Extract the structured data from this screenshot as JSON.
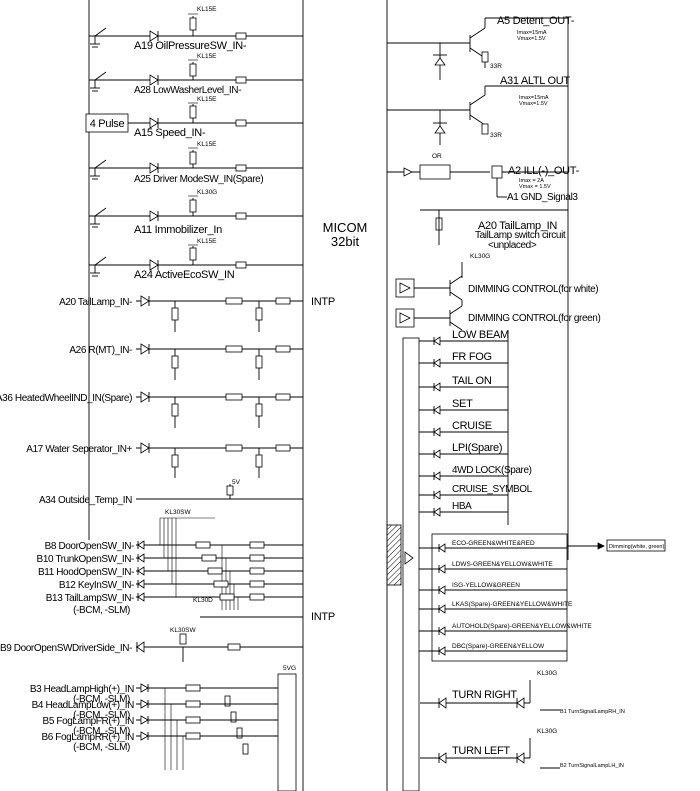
{
  "micom": {
    "line1": "MICOM",
    "line2": "32bit"
  },
  "supplies": {
    "kl15e": "KL15E",
    "kl30g": "KL30G",
    "kl30sw": "KL30SW",
    "kl30d": "KL30D",
    "fivev": "5V",
    "fivevg": "5VG"
  },
  "pulse_box": "4 Pulse",
  "intp": "INTP",
  "left_inputs": {
    "a19": "A19 OilPressureSW_IN-",
    "a28": "A28 LowWasherLevel_IN-",
    "a15": "A15 Speed_IN-",
    "a25": "A25 Driver ModeSW_IN(Spare)",
    "a11": "A11 Immobilizer_In",
    "a24": "A24 ActiveEcoSW_IN",
    "a20": "A20 TailLamp_IN-",
    "a26": "A26 R(MT)_IN-",
    "a36": "A36 HeatedWheelIND_IN(Spare)",
    "a17": "A17 Water Seperator_IN+",
    "a34": "A34 Outside_Temp_IN"
  },
  "b_inputs": {
    "b8": "B8 DoorOpenSW_IN-",
    "b10": "B10 TrunkOpenSW_IN-",
    "b11": "B11 HoodOpenSW_IN-",
    "b12": "B12 KeyInSW_IN-",
    "b13": "B13 TailLampSW_IN-",
    "b13_sub": "(-BCM, -SLM)",
    "b9": "B9 DoorOpenSWDriverSide_IN-"
  },
  "b_lamps": {
    "b3": "B3 HeadLampHigh(+)_IN",
    "b4": "B4 HeadLampLow(+)_IN",
    "b5": "B5 FogLampFR(+)_IN",
    "b6": "B6 FogLampRR(+)_IN",
    "sub": "(-BCM, -SLM)"
  },
  "outputs": {
    "a5": "A5 Detent_OUT-",
    "a31": "A31 ALTL OUT",
    "imax1": "Imax=15mA",
    "vmax1": "Vmax=1.5V",
    "imax2": "Imax=15mA",
    "vmax2": "Vmax=1.5V",
    "r33a": "33R",
    "r33b": "33R",
    "or": "OR",
    "a2": "A2 ILL(-)_OUT-",
    "imax3": "Imax = 2A",
    "vmax3": "Vmax = 1.5V",
    "a1": "A1 GND_Signal3",
    "a20r": "A20 TailLamp_IN",
    "switch_line1": "TailLamp switch circuit",
    "switch_line2": "<unplaced>"
  },
  "dimming": {
    "white": "DIMMING CONTROL(for white)",
    "green": "DIMMING CONTROL(for green)"
  },
  "lamps": [
    "LOW BEAM",
    "FR FOG",
    "TAIL ON",
    "SET",
    "CRUISE",
    "LPI(Spare)",
    "4WD LOCK(Spare)",
    "CRUISE_SYMBOL",
    "HBA"
  ],
  "color_lamps": [
    "ECO-GREEN&WHITE&RED",
    "LDWS-GREEN&YELLOW&WHITE",
    "ISG-YELLOW&GREEN",
    "LKAS(Spare)-GREEN&YELLOW&WHITE",
    "AUTOHOLD(Spare)-GREEN&YELLOW&WHITE",
    "DBC(Spare)-GREEN&YELLOW"
  ],
  "dimming_out": "Dimming(white, green)",
  "turn": {
    "right": "TURN RIGHT",
    "left": "TURN LEFT",
    "b1": "B1 TurnSignalLampRH_IN",
    "b2": "B2 TurnSignalLampLH_IN"
  }
}
